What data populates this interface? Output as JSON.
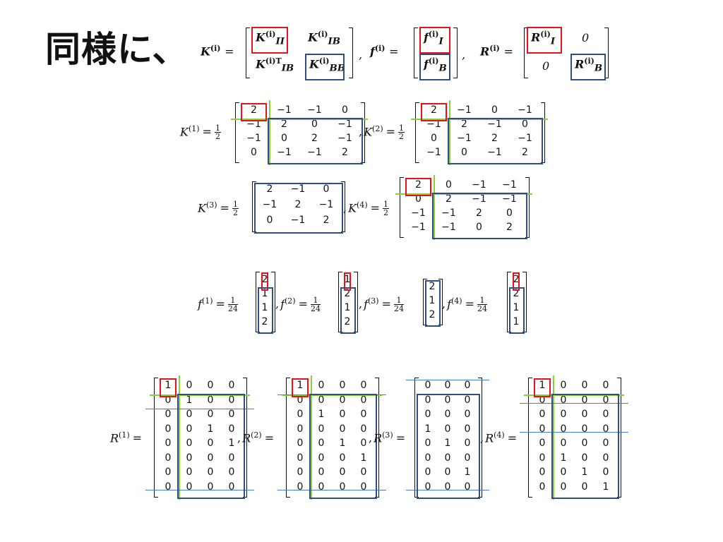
{
  "title": "同様に、",
  "definition": {
    "K_label": "K",
    "K_sup": "(i)",
    "K_II": "K",
    "K_II_sub": "II",
    "K_IB": "K",
    "K_IB_sub": "IB",
    "K_IBT_sup": "(i)T",
    "K_BB": "K",
    "K_BB_sub": "BB",
    "f_label": "f",
    "f_I": "f",
    "f_I_sub": "I",
    "f_B": "f",
    "f_B_sub": "B",
    "R_label": "R",
    "R_I": "R",
    "R_I_sub": "I",
    "R_B": "R",
    "R_B_sub": "B",
    "zero": "0",
    "sup_i": "(i)",
    "comma": ",",
    "equals": "="
  },
  "K_matrices": [
    {
      "name": "K",
      "sup": "(1)",
      "coef_num": "1",
      "coef_den": "2",
      "rows": [
        [
          "2",
          "−1",
          "−1",
          "0"
        ],
        [
          "−1",
          "2",
          "0",
          "−1"
        ],
        [
          "−1",
          "0",
          "2",
          "−1"
        ],
        [
          "0",
          "−1",
          "−1",
          "2"
        ]
      ]
    },
    {
      "name": "K",
      "sup": "(2)",
      "coef_num": "1",
      "coef_den": "2",
      "rows": [
        [
          "2",
          "−1",
          "0",
          "−1"
        ],
        [
          "−1",
          "2",
          "−1",
          "0"
        ],
        [
          "0",
          "−1",
          "2",
          "−1"
        ],
        [
          "−1",
          "0",
          "−1",
          "2"
        ]
      ]
    },
    {
      "name": "K",
      "sup": "(3)",
      "coef_num": "1",
      "coef_den": "2",
      "rows": [
        [
          "2",
          "−1",
          "0"
        ],
        [
          "−1",
          "2",
          "−1"
        ],
        [
          "0",
          "−1",
          "2"
        ]
      ]
    },
    {
      "name": "K",
      "sup": "(4)",
      "coef_num": "1",
      "coef_den": "2",
      "rows": [
        [
          "2",
          "0",
          "−1",
          "−1"
        ],
        [
          "0",
          "2",
          "−1",
          "−1"
        ],
        [
          "−1",
          "−1",
          "2",
          "0"
        ],
        [
          "−1",
          "−1",
          "0",
          "2"
        ]
      ]
    }
  ],
  "f_vectors": [
    {
      "name": "f",
      "sup": "(1)",
      "coef_num": "1",
      "coef_den": "24",
      "values": [
        "2",
        "1",
        "1",
        "2"
      ]
    },
    {
      "name": "f",
      "sup": "(2)",
      "coef_num": "1",
      "coef_den": "24",
      "values": [
        "1",
        "2",
        "1",
        "2"
      ]
    },
    {
      "name": "f",
      "sup": "(3)",
      "coef_num": "1",
      "coef_den": "24",
      "values": [
        "2",
        "1",
        "2"
      ]
    },
    {
      "name": "f",
      "sup": "(4)",
      "coef_num": "1",
      "coef_den": "24",
      "values": [
        "2",
        "2",
        "1",
        "1"
      ]
    }
  ],
  "R_matrices": [
    {
      "name": "R",
      "sup": "(1)",
      "rows": [
        [
          "1",
          "0",
          "0",
          "0"
        ],
        [
          "0",
          "1",
          "0",
          "0"
        ],
        [
          "0",
          "0",
          "0",
          "0"
        ],
        [
          "0",
          "0",
          "1",
          "0"
        ],
        [
          "0",
          "0",
          "0",
          "1"
        ],
        [
          "0",
          "0",
          "0",
          "0"
        ],
        [
          "0",
          "0",
          "0",
          "0"
        ],
        [
          "0",
          "0",
          "0",
          "0"
        ]
      ]
    },
    {
      "name": "R",
      "sup": "(2)",
      "rows": [
        [
          "1",
          "0",
          "0",
          "0"
        ],
        [
          "0",
          "0",
          "0",
          "0"
        ],
        [
          "0",
          "1",
          "0",
          "0"
        ],
        [
          "0",
          "0",
          "0",
          "0"
        ],
        [
          "0",
          "0",
          "1",
          "0"
        ],
        [
          "0",
          "0",
          "0",
          "1"
        ],
        [
          "0",
          "0",
          "0",
          "0"
        ],
        [
          "0",
          "0",
          "0",
          "0"
        ]
      ]
    },
    {
      "name": "R",
      "sup": "(3)",
      "rows": [
        [
          "0",
          "0",
          "0"
        ],
        [
          "0",
          "0",
          "0"
        ],
        [
          "0",
          "0",
          "0"
        ],
        [
          "1",
          "0",
          "0"
        ],
        [
          "0",
          "1",
          "0"
        ],
        [
          "0",
          "0",
          "0"
        ],
        [
          "0",
          "0",
          "1"
        ],
        [
          "0",
          "0",
          "0"
        ]
      ]
    },
    {
      "name": "R",
      "sup": "(4)",
      "rows": [
        [
          "1",
          "0",
          "0",
          "0"
        ],
        [
          "0",
          "0",
          "0",
          "0"
        ],
        [
          "0",
          "0",
          "0",
          "0"
        ],
        [
          "0",
          "0",
          "0",
          "0"
        ],
        [
          "0",
          "0",
          "0",
          "0"
        ],
        [
          "0",
          "1",
          "0",
          "0"
        ],
        [
          "0",
          "0",
          "1",
          "0"
        ],
        [
          "0",
          "0",
          "0",
          "1"
        ]
      ]
    }
  ],
  "colors": {
    "interior_box": "#e0141e",
    "boundary_box": "#2f4f7f",
    "separator": "#8ccf3c",
    "row_guide": "#4a7fc0"
  }
}
